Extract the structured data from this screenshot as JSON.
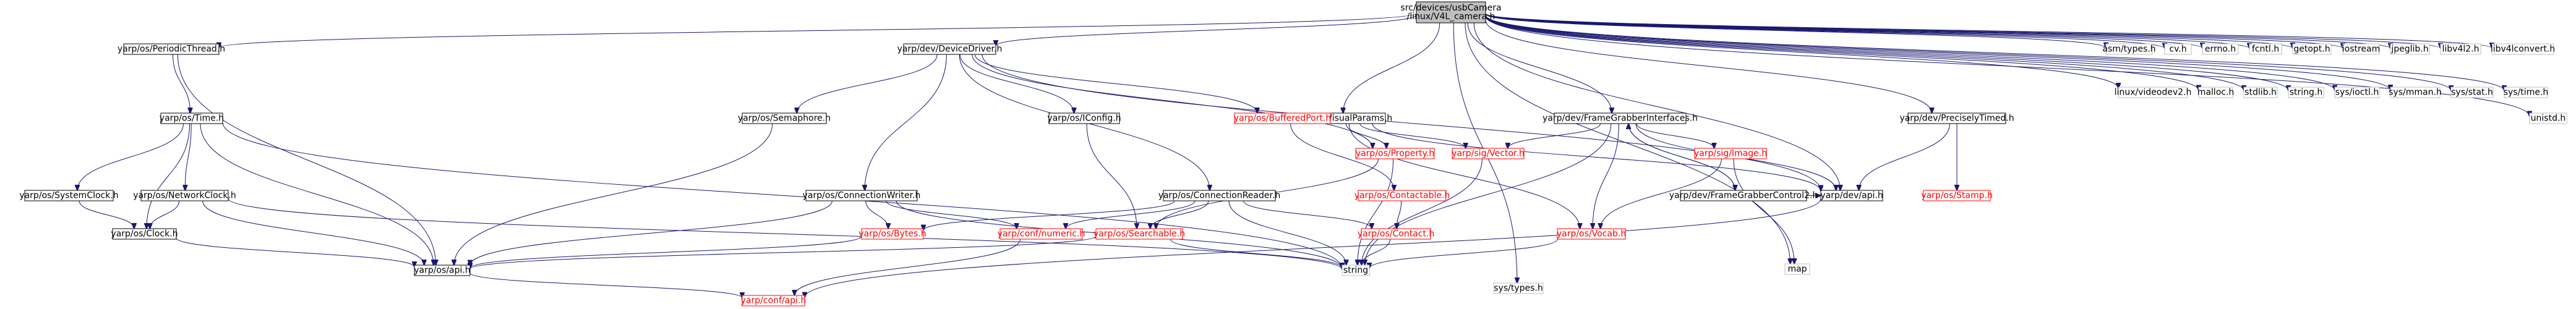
{
  "colors": {
    "edge": "#191970",
    "border_normal": "#000000",
    "border_missing": "#ff0000",
    "border_none": "#bfbfbf",
    "fill_root": "#bfbfbf",
    "fill_normal": "#ffffff",
    "text_normal": "#000000",
    "text_missing": "#ff0000"
  },
  "nodes": [
    {
      "id": "root",
      "kind": "root",
      "lines": [
        "src/devices/usbCamera",
        "/linux/V4L_camera.h"
      ]
    },
    {
      "id": "pthread",
      "kind": "normal",
      "lines": [
        "yarp/os/PeriodicThread.h"
      ]
    },
    {
      "id": "devdrv",
      "kind": "normal",
      "lines": [
        "yarp/dev/DeviceDriver.h"
      ]
    },
    {
      "id": "ivparams",
      "kind": "normal",
      "lines": [
        "yarp/dev/IVisualParams.h"
      ]
    },
    {
      "id": "fgi",
      "kind": "normal",
      "lines": [
        "yarp/dev/FrameGrabberInterfaces.h"
      ]
    },
    {
      "id": "ptimed",
      "kind": "normal",
      "lines": [
        "yarp/dev/PreciselyTimed.h"
      ]
    },
    {
      "id": "asmtypes",
      "kind": "none",
      "lines": [
        "asm/types.h"
      ]
    },
    {
      "id": "cvh",
      "kind": "none",
      "lines": [
        "cv.h"
      ]
    },
    {
      "id": "errnoh",
      "kind": "none",
      "lines": [
        "errno.h"
      ]
    },
    {
      "id": "fcntlh",
      "kind": "none",
      "lines": [
        "fcntl.h"
      ]
    },
    {
      "id": "getopth",
      "kind": "none",
      "lines": [
        "getopt.h"
      ]
    },
    {
      "id": "iostream",
      "kind": "none",
      "lines": [
        "iostream"
      ]
    },
    {
      "id": "jpeglib",
      "kind": "none",
      "lines": [
        "jpeglib.h"
      ]
    },
    {
      "id": "libv4l2",
      "kind": "none",
      "lines": [
        "libv4l2.h"
      ]
    },
    {
      "id": "libv4lconv",
      "kind": "none",
      "lines": [
        "libv4lconvert.h"
      ]
    },
    {
      "id": "videodev2",
      "kind": "none",
      "lines": [
        "linux/videodev2.h"
      ]
    },
    {
      "id": "malloc",
      "kind": "none",
      "lines": [
        "malloc.h"
      ]
    },
    {
      "id": "stdlib",
      "kind": "none",
      "lines": [
        "stdlib.h"
      ]
    },
    {
      "id": "string_h",
      "kind": "none",
      "lines": [
        "string.h"
      ]
    },
    {
      "id": "ioctl",
      "kind": "none",
      "lines": [
        "sys/ioctl.h"
      ]
    },
    {
      "id": "mman",
      "kind": "none",
      "lines": [
        "sys/mman.h"
      ]
    },
    {
      "id": "sysstat",
      "kind": "none",
      "lines": [
        "sys/stat.h"
      ]
    },
    {
      "id": "systime",
      "kind": "none",
      "lines": [
        "sys/time.h"
      ]
    },
    {
      "id": "unistd",
      "kind": "none",
      "lines": [
        "unistd.h"
      ]
    },
    {
      "id": "ostime",
      "kind": "normal",
      "lines": [
        "yarp/os/Time.h"
      ]
    },
    {
      "id": "semaphore",
      "kind": "normal",
      "lines": [
        "yarp/os/Semaphore.h"
      ]
    },
    {
      "id": "iconfig",
      "kind": "normal",
      "lines": [
        "yarp/os/IConfig.h"
      ]
    },
    {
      "id": "bufport",
      "kind": "missing",
      "lines": [
        "yarp/os/BufferedPort.h"
      ]
    },
    {
      "id": "sysclock",
      "kind": "normal",
      "lines": [
        "yarp/os/SystemClock.h"
      ]
    },
    {
      "id": "netclock",
      "kind": "normal",
      "lines": [
        "yarp/os/NetworkClock.h"
      ]
    },
    {
      "id": "connwriter",
      "kind": "normal",
      "lines": [
        "yarp/os/ConnectionWriter.h"
      ]
    },
    {
      "id": "connreader",
      "kind": "normal",
      "lines": [
        "yarp/os/ConnectionReader.h"
      ]
    },
    {
      "id": "contactable",
      "kind": "missing",
      "lines": [
        "yarp/os/Contactable.h"
      ]
    },
    {
      "id": "property",
      "kind": "missing",
      "lines": [
        "yarp/os/Property.h"
      ]
    },
    {
      "id": "sigvector",
      "kind": "missing",
      "lines": [
        "yarp/sig/Vector.h"
      ]
    },
    {
      "id": "sigimage",
      "kind": "missing",
      "lines": [
        "yarp/sig/Image.h"
      ]
    },
    {
      "id": "fgc2",
      "kind": "normal",
      "lines": [
        "yarp/dev/FrameGrabberControl2.h"
      ]
    },
    {
      "id": "devapi",
      "kind": "normal",
      "lines": [
        "yarp/dev/api.h"
      ]
    },
    {
      "id": "osstamp",
      "kind": "missing",
      "lines": [
        "yarp/os/Stamp.h"
      ]
    },
    {
      "id": "osclock",
      "kind": "normal",
      "lines": [
        "yarp/os/Clock.h"
      ]
    },
    {
      "id": "osbytes",
      "kind": "missing",
      "lines": [
        "yarp/os/Bytes.h"
      ]
    },
    {
      "id": "confnumeric",
      "kind": "missing",
      "lines": [
        "yarp/conf/numeric.h"
      ]
    },
    {
      "id": "searchable",
      "kind": "missing",
      "lines": [
        "yarp/os/Searchable.h"
      ]
    },
    {
      "id": "contact",
      "kind": "missing",
      "lines": [
        "yarp/os/Contact.h"
      ]
    },
    {
      "id": "vocab",
      "kind": "missing",
      "lines": [
        "yarp/os/Vocab.h"
      ]
    },
    {
      "id": "map",
      "kind": "none",
      "lines": [
        "map"
      ]
    },
    {
      "id": "osapi",
      "kind": "normal",
      "lines": [
        "yarp/os/api.h"
      ]
    },
    {
      "id": "stringn",
      "kind": "none",
      "lines": [
        "string"
      ]
    },
    {
      "id": "systypes",
      "kind": "none",
      "lines": [
        "sys/types.h"
      ]
    },
    {
      "id": "confapi",
      "kind": "missing",
      "lines": [
        "yarp/conf/api.h"
      ]
    }
  ],
  "edges": [
    [
      "root",
      "pthread"
    ],
    [
      "root",
      "devdrv"
    ],
    [
      "root",
      "ivparams"
    ],
    [
      "root",
      "fgi"
    ],
    [
      "root",
      "ptimed"
    ],
    [
      "root",
      "asmtypes"
    ],
    [
      "root",
      "cvh"
    ],
    [
      "root",
      "errnoh"
    ],
    [
      "root",
      "fcntlh"
    ],
    [
      "root",
      "getopth"
    ],
    [
      "root",
      "iostream"
    ],
    [
      "root",
      "jpeglib"
    ],
    [
      "root",
      "libv4l2"
    ],
    [
      "root",
      "libv4lconv"
    ],
    [
      "root",
      "videodev2"
    ],
    [
      "root",
      "malloc"
    ],
    [
      "root",
      "stdlib"
    ],
    [
      "root",
      "string_h"
    ],
    [
      "root",
      "ioctl"
    ],
    [
      "root",
      "mman"
    ],
    [
      "root",
      "sysstat"
    ],
    [
      "root",
      "systime"
    ],
    [
      "root",
      "unistd"
    ],
    [
      "root",
      "map"
    ],
    [
      "root",
      "systypes"
    ],
    [
      "root",
      "devapi"
    ],
    [
      "pthread",
      "ostime"
    ],
    [
      "pthread",
      "osapi"
    ],
    [
      "ostime",
      "sysclock"
    ],
    [
      "ostime",
      "netclock"
    ],
    [
      "ostime",
      "osclock"
    ],
    [
      "ostime",
      "osapi"
    ],
    [
      "ostime",
      "stringn"
    ],
    [
      "sysclock",
      "osclock"
    ],
    [
      "netclock",
      "osclock"
    ],
    [
      "netclock",
      "osapi"
    ],
    [
      "netclock",
      "stringn"
    ],
    [
      "osclock",
      "osapi"
    ],
    [
      "devdrv",
      "semaphore"
    ],
    [
      "devdrv",
      "iconfig"
    ],
    [
      "devdrv",
      "bufport"
    ],
    [
      "devdrv",
      "connwriter"
    ],
    [
      "devdrv",
      "connreader"
    ],
    [
      "devdrv",
      "property"
    ],
    [
      "devdrv",
      "devapi"
    ],
    [
      "semaphore",
      "osapi"
    ],
    [
      "iconfig",
      "searchable"
    ],
    [
      "bufport",
      "contactable"
    ],
    [
      "contactable",
      "contact"
    ],
    [
      "connwriter",
      "osbytes"
    ],
    [
      "connwriter",
      "confnumeric"
    ],
    [
      "connwriter",
      "osapi"
    ],
    [
      "connwriter",
      "stringn"
    ],
    [
      "connreader",
      "osbytes"
    ],
    [
      "connreader",
      "confnumeric"
    ],
    [
      "connreader",
      "searchable"
    ],
    [
      "connreader",
      "contact"
    ],
    [
      "connreader",
      "stringn"
    ],
    [
      "property",
      "searchable"
    ],
    [
      "property",
      "stringn"
    ],
    [
      "osbytes",
      "osapi"
    ],
    [
      "confnumeric",
      "confapi"
    ],
    [
      "searchable",
      "osapi"
    ],
    [
      "searchable",
      "stringn"
    ],
    [
      "contact",
      "stringn"
    ],
    [
      "osapi",
      "confapi"
    ],
    [
      "ivparams",
      "property"
    ],
    [
      "ivparams",
      "sigvector"
    ],
    [
      "ivparams",
      "vocab"
    ],
    [
      "ivparams",
      "devapi"
    ],
    [
      "fgi",
      "sigimage"
    ],
    [
      "fgi",
      "vocab"
    ],
    [
      "fgi",
      "sigvector"
    ],
    [
      "fgi",
      "fgc2"
    ],
    [
      "fgi",
      "devapi"
    ],
    [
      "fgi",
      "stringn"
    ],
    [
      "fgc2",
      "fgi"
    ],
    [
      "fgc2",
      "devapi"
    ],
    [
      "sigvector",
      "stringn"
    ],
    [
      "sigimage",
      "vocab"
    ],
    [
      "sigimage",
      "map"
    ],
    [
      "vocab",
      "stringn"
    ],
    [
      "ptimed",
      "osstamp"
    ],
    [
      "ptimed",
      "devapi"
    ],
    [
      "devapi",
      "confapi"
    ]
  ]
}
